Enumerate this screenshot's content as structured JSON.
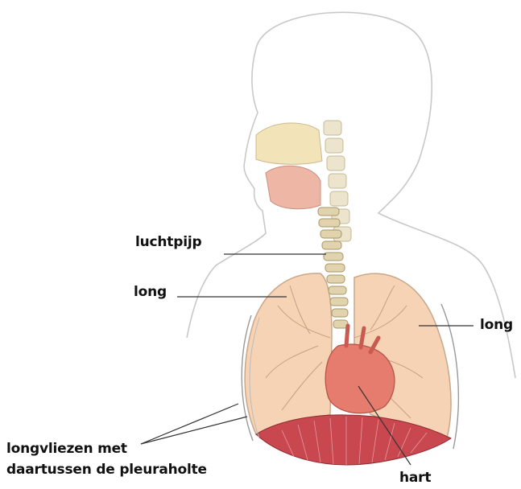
{
  "labels": {
    "trachea": "luchtpijp",
    "lung_left": "long",
    "lung_right": "long",
    "pleura_line1": "longvliezen met",
    "pleura_line2": "daartussen de pleuraholte",
    "heart": "hart"
  },
  "colors": {
    "lung_fill": "#f6d3b5",
    "lung_stroke": "#c9a78a",
    "diaphragm": "#c9474f",
    "heart": "#e67c6e",
    "trachea": "#cdbf97",
    "outline": "#9b9b9b"
  }
}
